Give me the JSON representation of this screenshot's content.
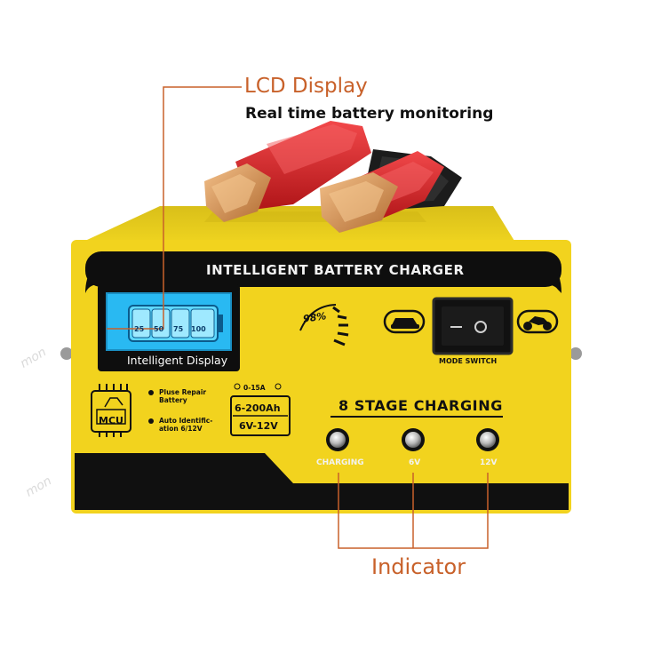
{
  "callouts": {
    "lcd_title": "LCD Display",
    "lcd_subtitle": "Real time battery monitoring",
    "indicator": "Indicator"
  },
  "panel": {
    "title": "INTELLIGENT BATTERY CHARGER",
    "lcd_caption": "Intelligent Display",
    "lcd_segments": [
      "25",
      "50",
      "75",
      "100"
    ],
    "efficiency": "98%",
    "mode_switch_label": "MODE SWITCH",
    "stage_title": "8 STAGE CHARGING",
    "mcu_label": "MCU",
    "features": [
      "Pluse Repair Battery",
      "Auto Identific- ation 6/12V"
    ],
    "spec_current": "0-15A",
    "spec_capacity": "6-200Ah",
    "spec_voltage": "6V-12V",
    "indicators": [
      "CHARGING",
      "6V",
      "12V"
    ]
  },
  "watermark": [
    "mon",
    "mon"
  ],
  "colors": {
    "housing_yellow": "#f2d31e",
    "panel_black": "#0e0e0e",
    "lcd_blue": "#29b9f2",
    "callout_orange": "#c8612a",
    "clamp_red": "#d8252a",
    "clamp_copper": "#d89a58"
  }
}
